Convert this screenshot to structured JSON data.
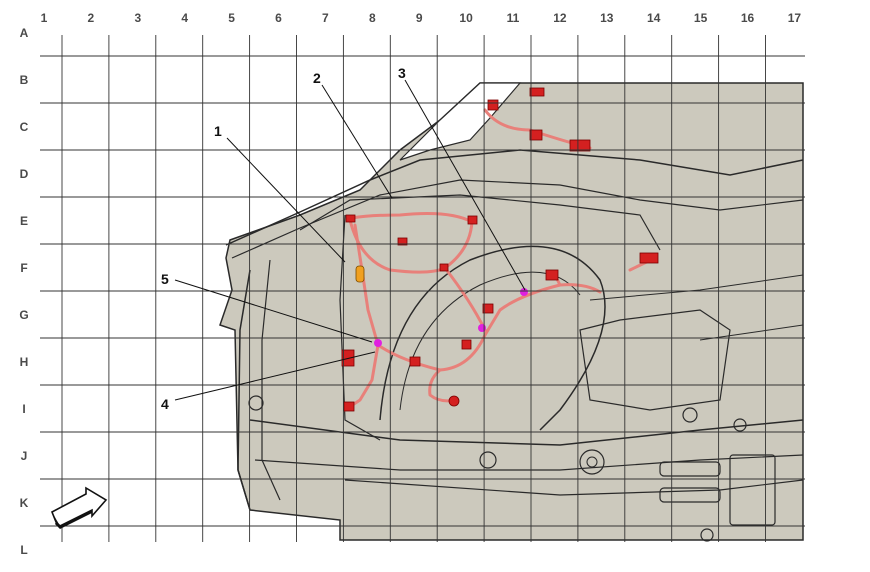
{
  "grid": {
    "columns": [
      "1",
      "2",
      "3",
      "4",
      "5",
      "6",
      "7",
      "8",
      "9",
      "10",
      "11",
      "12",
      "13",
      "14",
      "15",
      "16",
      "17"
    ],
    "rows": [
      "A",
      "B",
      "C",
      "D",
      "E",
      "F",
      "G",
      "H",
      "I",
      "J",
      "K",
      "L"
    ]
  },
  "callouts": [
    {
      "id": "1",
      "label": "1"
    },
    {
      "id": "2",
      "label": "2"
    },
    {
      "id": "3",
      "label": "3"
    },
    {
      "id": "4",
      "label": "4"
    },
    {
      "id": "5",
      "label": "5"
    }
  ],
  "colors": {
    "panel": "#ccc9bd",
    "harness": "#e8807a",
    "connector": "#d42020",
    "splice": "#e020e0",
    "accent": "#f0a020",
    "line": "#2a2a2a",
    "grid": "#333333"
  },
  "icons": {
    "orientation": "front-direction-arrow-icon"
  }
}
